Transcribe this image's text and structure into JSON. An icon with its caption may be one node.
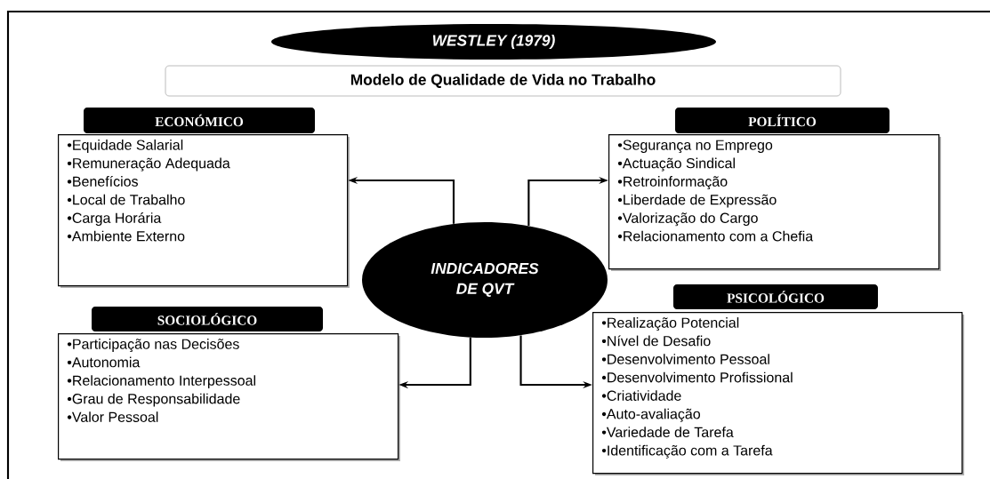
{
  "diagram": {
    "nodes": [
      {
        "text": [
          "WESTLEY (1979)"
        ]
      },
      {
        "text": [
          "Modelo de Qualidade de Vida no Trabalho"
        ]
      },
      {
        "text": [
          "ECONÓMICO",
          "•Equidade Salarial",
          "•Remuneração Adequada",
          "•Benefícios",
          "•Local de Trabalho",
          "•Carga Horária",
          "•Ambiente Externo"
        ]
      },
      {
        "text": [
          "POLÍTICO",
          "•Segurança no Emprego",
          "•Actuação Sindical",
          "•Retroinformação",
          "•Liberdade de Expressão",
          "•Valorização do Cargo",
          "•Relacionamento com a Chefia"
        ]
      },
      {
        "text": [
          "INDICADORES DE QVT"
        ]
      },
      {
        "text": [
          "SOCIOLÓGICO",
          "•Participação nas Decisões",
          "•Autonomia",
          "•Relacionamento Interpessoal",
          "•Grau de Responsabilidade",
          "•Valor Pessoal"
        ]
      },
      {
        "text": [
          "PSICOLÓGICO",
          "•Realização Potencial",
          "•Nível de Desafio",
          "•Desenvolvimento Pessoal",
          "•Desenvolvimento Profissional",
          "•Criatividade",
          "•Auto-avaliação",
          "•Variedade de Tarefa",
          "•Identificação com a Tarefa"
        ]
      }
    ],
    "edges": [
      {
        "from": 4,
        "to": 2,
        "arrow": "to"
      },
      {
        "from": 4,
        "to": 3,
        "arrow": "to"
      },
      {
        "from": 4,
        "to": 5,
        "arrow": "to"
      },
      {
        "from": 4,
        "to": 6,
        "arrow": "to"
      }
    ]
  }
}
